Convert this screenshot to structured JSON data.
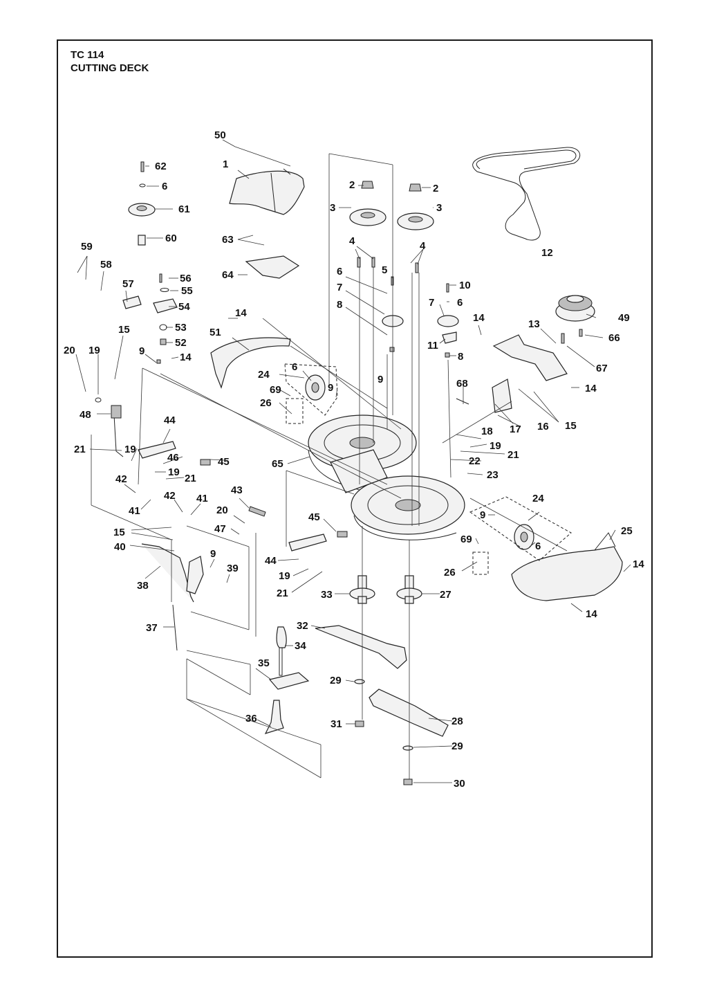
{
  "header": {
    "model": "TC 114",
    "section": "CUTTING DECK"
  },
  "callouts": [
    "1",
    "2",
    "3",
    "4",
    "5",
    "6",
    "7",
    "8",
    "9",
    "10",
    "11",
    "12",
    "13",
    "14",
    "15",
    "16",
    "17",
    "18",
    "19",
    "20",
    "21",
    "22",
    "23",
    "24",
    "25",
    "26",
    "27",
    "28",
    "29",
    "30",
    "31",
    "32",
    "33",
    "34",
    "35",
    "36",
    "37",
    "38",
    "39",
    "40",
    "41",
    "42",
    "43",
    "44",
    "45",
    "46",
    "47",
    "48",
    "49",
    "50",
    "51",
    "52",
    "53",
    "54",
    "55",
    "56",
    "57",
    "58",
    "59",
    "60",
    "61",
    "62",
    "63",
    "64",
    "65",
    "66",
    "67",
    "68",
    "69"
  ],
  "colors": {
    "line": "#222222",
    "fill": "#f2f2f2",
    "shade": "#bdbdbd"
  }
}
